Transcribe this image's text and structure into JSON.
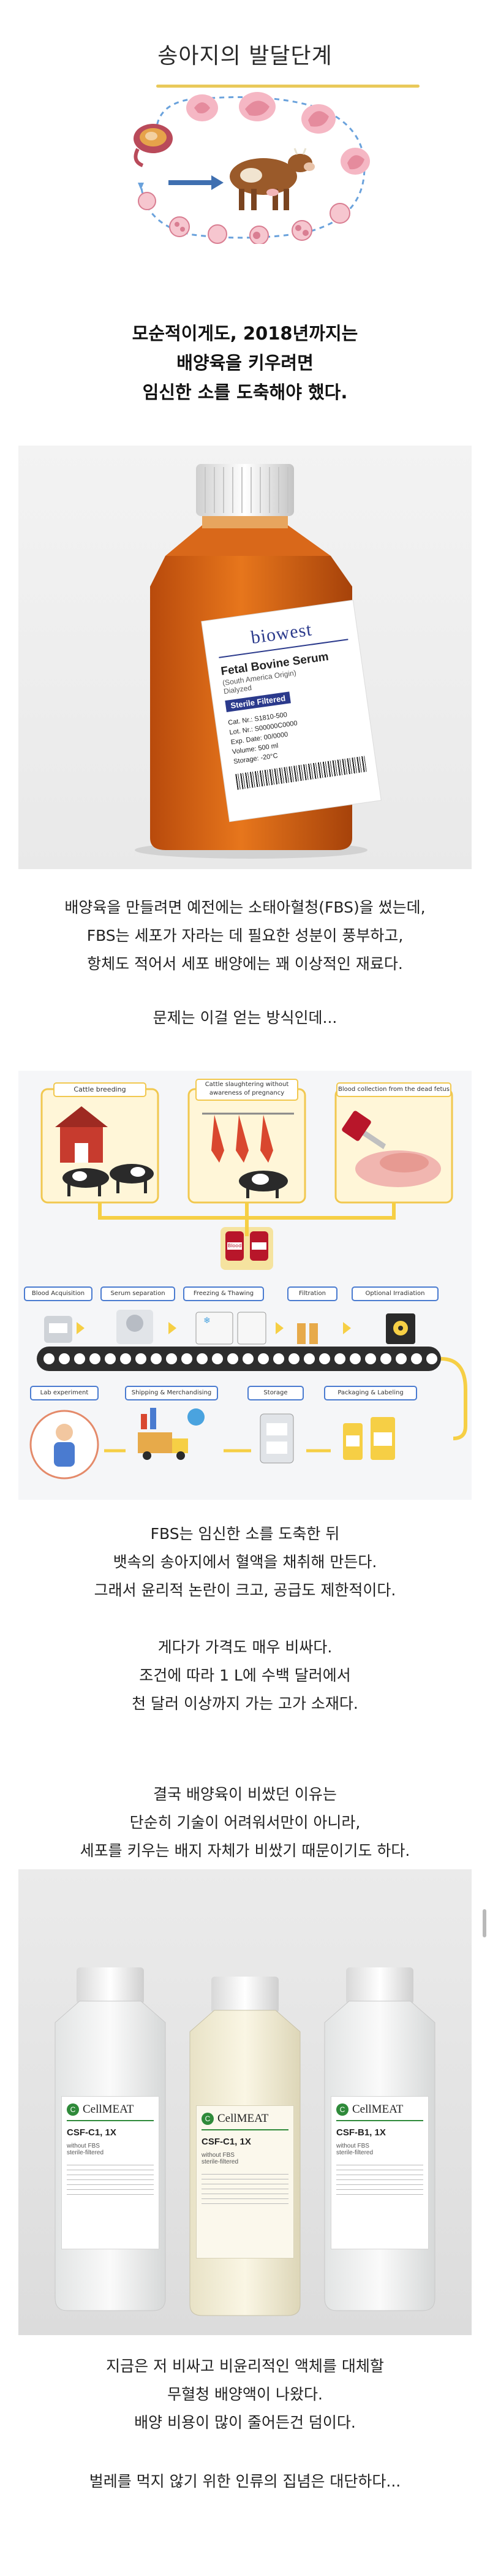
{
  "header": {
    "title": "송아지의 발달단계"
  },
  "lead": {
    "line1": "모순적이게도, 2018년까지는",
    "line2": "배양육을 키우려면",
    "line3": "임신한 소를 도축해야 했다."
  },
  "bottle1": {
    "brand": "biowest",
    "product": "Fetal Bovine Serum",
    "origin": "(South America Origin)",
    "sub": "Dialyzed",
    "badge": "Sterile Filtered",
    "spec1": "Cat. Nr.: S1810-500",
    "spec2": "Lot. Nr.: S00000C0000",
    "spec3": "Exp. Date: 00/0000",
    "spec4": "Volume: 500 ml",
    "spec5": "Storage: -20°C"
  },
  "section_fbs": {
    "line1": "배양육을 만들려면 예전에는 소태아혈청(FBS)을 썼는데,",
    "line2": "FBS는 세포가 자라는 데 필요한 성분이 풍부하고,",
    "line3": "항체도 적어서 세포 배양에는 꽤 이상적인 재료다.",
    "line4": "문제는 이걸 얻는 방식인데..."
  },
  "infographic": {
    "step_breeding": "Cattle breeding",
    "step_slaughter_1": "Cattle slaughtering without",
    "step_slaughter_2": "awareness of pregnancy",
    "step_blood": "Blood collection from the dead fetus",
    "step_acquisition": "Blood Acquisition",
    "step_serum": "Serum separation",
    "step_freezing": "Freezing & Thawing",
    "step_filtration": "Filtration",
    "step_irradiation": "Optional Irradiation",
    "step_lab": "Lab experiment",
    "step_shipping": "Shipping & Merchandising",
    "step_storage": "Storage",
    "step_packaging": "Packaging & Labeling",
    "bag_label": "Blood"
  },
  "section_problem": {
    "line1": "FBS는 임신한 소를 도축한 뒤",
    "line2": "뱃속의 송아지에서 혈액을 채취해 만든다.",
    "line3": "그래서 윤리적 논란이 크고, 공급도 제한적이다.",
    "line4": "게다가 가격도 매우 비싸다.",
    "line5": "조건에 따라 1 L에 수백 달러에서",
    "line6": "천 달러 이상까지 가는 고가 소재다.",
    "line7": "결국 배양육이 비쌌던 이유는",
    "line8": "단순히 기술이 어려워서만이 아니라,",
    "line9": "세포를 키우는 배지 자체가 비쌌기 때문이기도 하다."
  },
  "bottles3": {
    "brand": "CellMEAT",
    "label_left": "CSF-C1, 1X",
    "label_center": "CSF-C1, 1X",
    "label_right": "CSF-B1, 1X",
    "sub1": "without FBS",
    "sub2": "sterile-filtered"
  },
  "section_now": {
    "line1": "지금은 저 비싸고 비윤리적인 액체를 대체할",
    "line2": "무혈청 배양액이 나왔다.",
    "line3": "배양 비용이 많이 줄어든건 덤이다.",
    "line4": "벌레를 먹지 않기 위한 인류의 집념은 대단하다..."
  },
  "colors": {
    "title_rule": "#e9c95a",
    "serum_orange": "#e06a12",
    "biowest_blue": "#2b3a8c",
    "cellmeat_green": "#2f8a3a",
    "conveyor": "#2d2d2d",
    "arrow_yellow": "#f6cf45"
  }
}
